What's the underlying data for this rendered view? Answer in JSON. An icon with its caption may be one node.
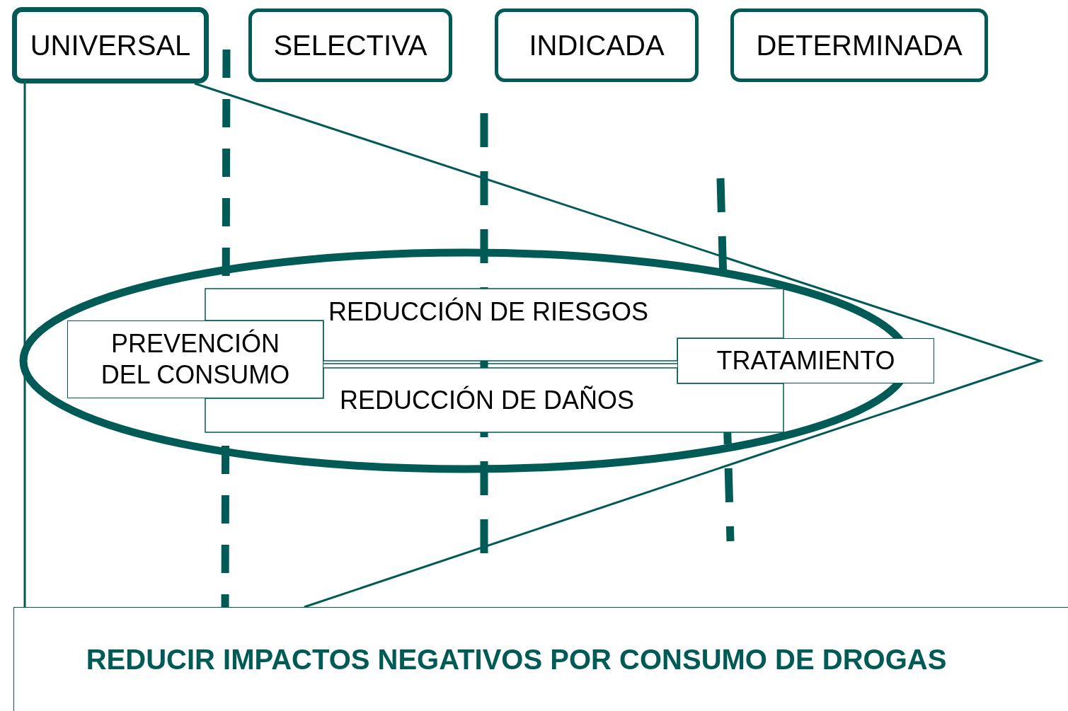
{
  "diagram": {
    "nodes": [
      {
        "text": [
          "UNIVERSAL"
        ]
      },
      {
        "text": [
          "SELECTIVA"
        ]
      },
      {
        "text": [
          "INDICADA"
        ]
      },
      {
        "text": [
          "DETERMINADA"
        ]
      },
      {
        "text": [
          "PREVENCIÓN DEL CONSUMO"
        ]
      },
      {
        "text": [
          "REDUCCIÓN DE RIESGOS"
        ]
      },
      {
        "text": [
          "REDUCCIÓN DE DAÑOS"
        ]
      },
      {
        "text": [
          "TRATAMIENTO"
        ]
      },
      {
        "text": [
          "REDUCIR IMPACTOS NEGATIVOS POR CONSUMO DE DROGAS"
        ]
      }
    ],
    "edges": [
      {
        "from": 0,
        "to": 8,
        "arrow": "none"
      },
      {
        "from": 0,
        "to": 8,
        "arrow": "none"
      },
      {
        "from": 4,
        "to": 7,
        "arrow": "none"
      }
    ]
  }
}
